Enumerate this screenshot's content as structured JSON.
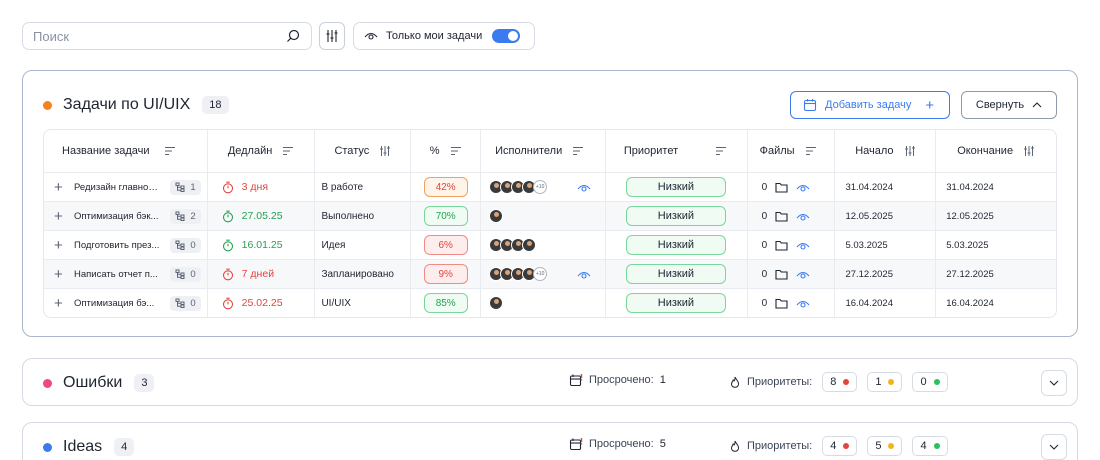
{
  "toolbar": {
    "search_placeholder": "Поиск",
    "only_mine_label": "Только мои задачи",
    "only_mine_on": true
  },
  "main_group": {
    "title": "Задачи по  UI/UIX",
    "count": "18",
    "dot_color": "#f5821f",
    "add_task_label": "Добавить задачу",
    "collapse_label": "Свернуть",
    "columns": [
      "Название задачи",
      "Дедлайн",
      "Статус",
      "%",
      "Исполнители",
      "Приоритет",
      "Файлы",
      "Начало",
      "Окончание"
    ],
    "rows": [
      {
        "name": "Редизайн главной...",
        "subtasks": "1",
        "deadline": "3 дня",
        "deadline_color": "#e2453c",
        "status": "В работе",
        "percent": "42%",
        "pct_style": "orange",
        "avatars": 4,
        "more": "+10",
        "watch": true,
        "priority": "Низкий",
        "files": "0",
        "start": "31.04.2024",
        "end": "31.04.2024"
      },
      {
        "name": "Оптимизация бэк...",
        "subtasks": "2",
        "deadline": "27.05.25",
        "deadline_color": "#27a052",
        "status": "Выполнено",
        "percent": "70%",
        "pct_style": "green",
        "avatars": 1,
        "more": "",
        "watch": false,
        "priority": "Низкий",
        "files": "0",
        "start": "12.05.2025",
        "end": "12.05.2025"
      },
      {
        "name": "Подготовить през...",
        "subtasks": "0",
        "deadline": "16.01.25",
        "deadline_color": "#27a052",
        "status": "Идея",
        "percent": "6%",
        "pct_style": "red",
        "avatars": 4,
        "more": "",
        "watch": false,
        "priority": "Низкий",
        "files": "0",
        "start": "5.03.2025",
        "end": "5.03.2025"
      },
      {
        "name": "Написать отчет п...",
        "subtasks": "0",
        "deadline": "7 дней",
        "deadline_color": "#e2453c",
        "status": "Запланировано",
        "percent": "9%",
        "pct_style": "red",
        "avatars": 4,
        "more": "+10",
        "watch": true,
        "priority": "Низкий",
        "files": "0",
        "start": "27.12.2025",
        "end": "27.12.2025"
      },
      {
        "name": "Оптимизация бэ...",
        "subtasks": "0",
        "deadline": "25.02.25",
        "deadline_color": "#e2453c",
        "status": "UI/UIX",
        "percent": "85%",
        "pct_style": "green",
        "avatars": 1,
        "more": "",
        "watch": false,
        "priority": "Низкий",
        "files": "0",
        "start": "16.04.2024",
        "end": "16.04.2024"
      }
    ]
  },
  "groups": [
    {
      "title": "Ошибки",
      "count": "3",
      "dot_color": "#e84a8a",
      "overdue_label": "Просрочено:",
      "overdue": "1",
      "prio_label": "Приоритеты:",
      "prio_red": "8",
      "prio_yellow": "1",
      "prio_green": "0"
    },
    {
      "title": "Ideas",
      "count": "4",
      "dot_color": "#3b7bf0",
      "overdue_label": "Просрочено:",
      "overdue": "5",
      "prio_label": "Приоритеты:",
      "prio_red": "4",
      "prio_yellow": "5",
      "prio_green": "4"
    }
  ],
  "colors": {
    "accent": "#3b7bf0",
    "red": "#e2453c",
    "yellow": "#f2b418",
    "green": "#27c25e"
  }
}
